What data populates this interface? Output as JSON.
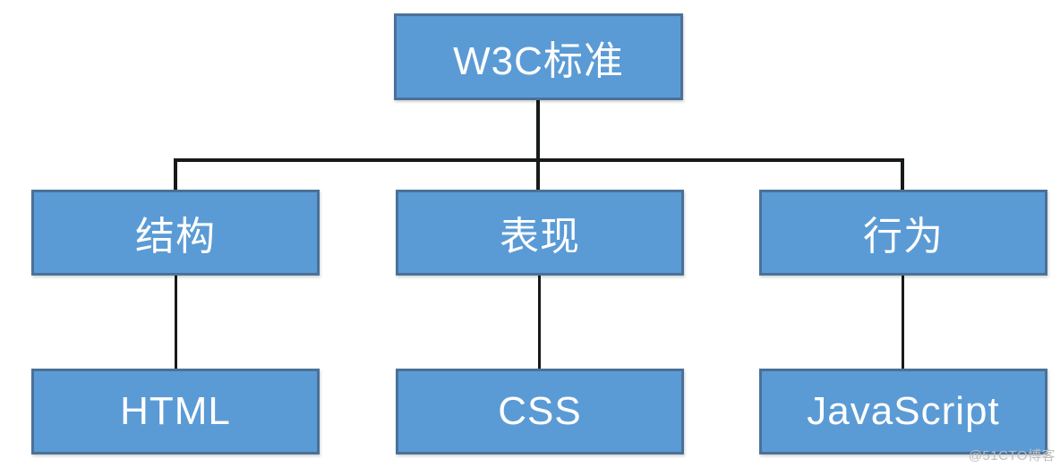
{
  "diagram": {
    "root": {
      "id": "w3c-standard",
      "label": "W3C标准"
    },
    "level2": [
      {
        "id": "structure",
        "label": "结构"
      },
      {
        "id": "presentation",
        "label": "表现"
      },
      {
        "id": "behavior",
        "label": "行为"
      }
    ],
    "level3": [
      {
        "id": "html",
        "label": "HTML"
      },
      {
        "id": "css",
        "label": "CSS"
      },
      {
        "id": "javascript",
        "label": "JavaScript"
      }
    ],
    "edges": [
      [
        "w3c-standard",
        "structure"
      ],
      [
        "w3c-standard",
        "presentation"
      ],
      [
        "w3c-standard",
        "behavior"
      ],
      [
        "structure",
        "html"
      ],
      [
        "presentation",
        "css"
      ],
      [
        "behavior",
        "javascript"
      ]
    ]
  },
  "colors": {
    "box_fill": "#5b9bd5",
    "box_border": "#4a7199",
    "connector": "#161a18",
    "text": "#ffffff",
    "watermark": "#bdbfc1"
  },
  "watermark": {
    "text": "@51CTO博客"
  }
}
